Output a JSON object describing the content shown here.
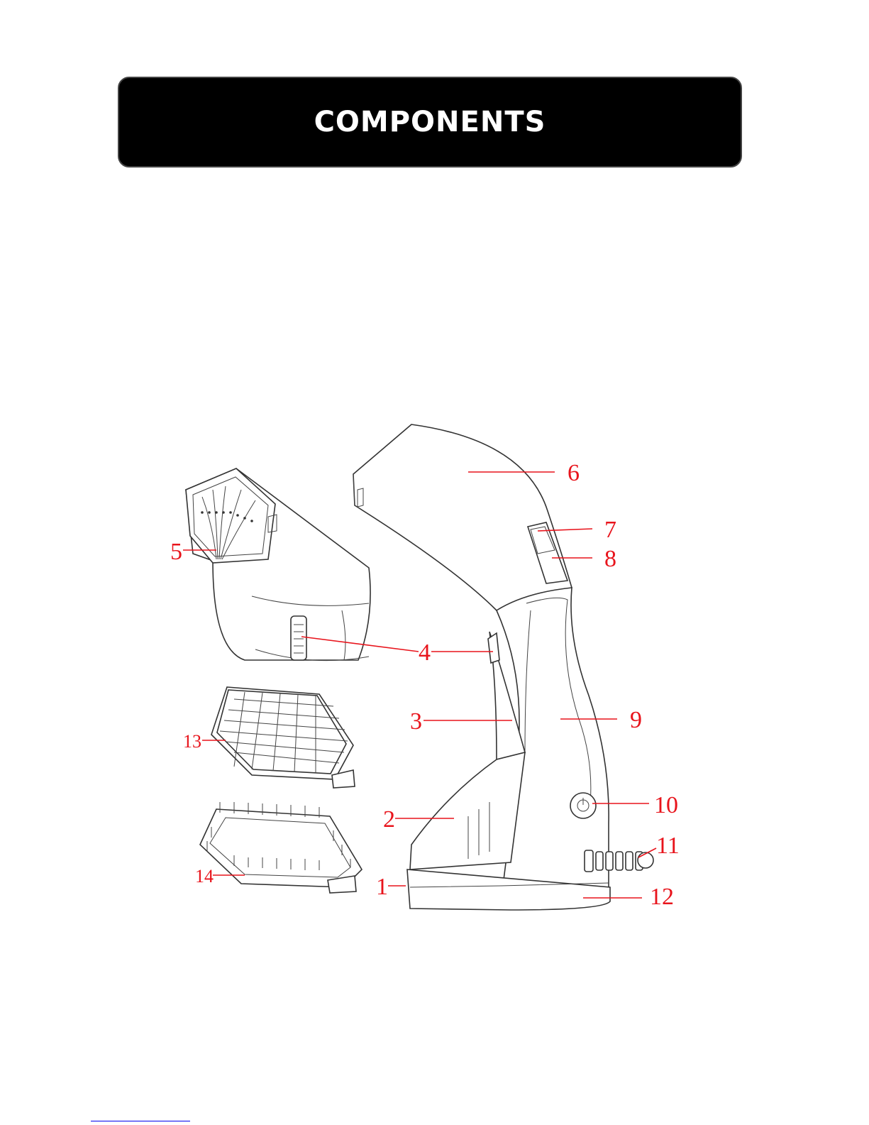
{
  "page": {
    "title": "COMPONENTS"
  },
  "callouts": [
    {
      "id": "c1",
      "label": "1"
    },
    {
      "id": "c2",
      "label": "2"
    },
    {
      "id": "c3",
      "label": "3"
    },
    {
      "id": "c4",
      "label": "4"
    },
    {
      "id": "c5",
      "label": "5"
    },
    {
      "id": "c6",
      "label": "6"
    },
    {
      "id": "c7",
      "label": "7"
    },
    {
      "id": "c8",
      "label": "8"
    },
    {
      "id": "c9",
      "label": "9"
    },
    {
      "id": "c10",
      "label": "10"
    },
    {
      "id": "c11",
      "label": "11"
    },
    {
      "id": "c12",
      "label": "12"
    },
    {
      "id": "c13",
      "label": "13"
    },
    {
      "id": "c14",
      "label": "14"
    }
  ],
  "colors": {
    "banner": "#000000",
    "callout": "#e8141c",
    "link": "#0000ee"
  }
}
